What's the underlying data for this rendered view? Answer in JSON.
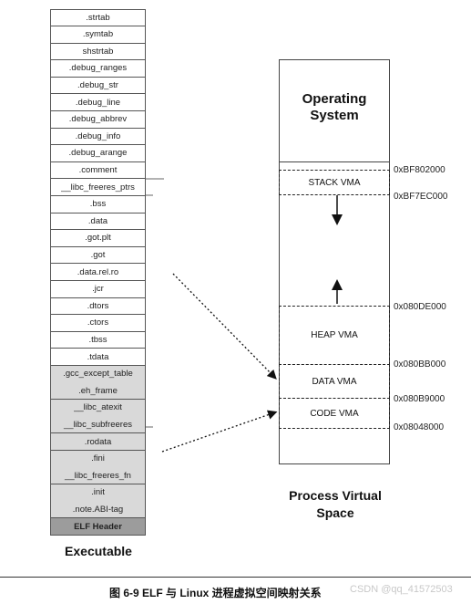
{
  "sections": [
    {
      "label": ".strtab",
      "style": "plain"
    },
    {
      "label": ".symtab",
      "style": "plain"
    },
    {
      "label": "shstrtab",
      "style": "plain"
    },
    {
      "label": ".debug_ranges",
      "style": "plain"
    },
    {
      "label": ".debug_str",
      "style": "plain"
    },
    {
      "label": ".debug_line",
      "style": "plain"
    },
    {
      "label": ".debug_abbrev",
      "style": "plain"
    },
    {
      "label": ".debug_info",
      "style": "plain"
    },
    {
      "label": ".debug_arange",
      "style": "plain"
    },
    {
      "label": ".comment",
      "style": "plain"
    },
    {
      "label": "__libc_freeres_ptrs",
      "style": "plain"
    },
    {
      "label": ".bss",
      "style": "plain"
    },
    {
      "label": ".data",
      "style": "plain"
    },
    {
      "label": ".got.plt",
      "style": "plain"
    },
    {
      "label": ".got",
      "style": "plain"
    },
    {
      "label": ".data.rel.ro",
      "style": "plain"
    },
    {
      "label": ".jcr",
      "style": "plain"
    },
    {
      "label": ".dtors",
      "style": "plain"
    },
    {
      "label": ".ctors",
      "style": "plain"
    },
    {
      "label": ".tbss",
      "style": "plain"
    },
    {
      "label": ".tdata",
      "style": "plain"
    },
    {
      "label": ".gcc_except_table",
      "style": "shade"
    },
    {
      "label": ".eh_frame",
      "style": "shade"
    },
    {
      "label": "__libc_atexit",
      "style": "shade"
    },
    {
      "label": "__libc_subfreeres",
      "style": "shade"
    },
    {
      "label": ".rodata",
      "style": "shade"
    },
    {
      "label": ".fini",
      "style": "shade"
    },
    {
      "label": "__libc_freeres_fn",
      "style": "shade"
    },
    {
      "label": ".init",
      "style": "shade"
    },
    {
      "label": ".note.ABI-tag",
      "style": "shade"
    },
    {
      "label": "ELF Header",
      "style": "dark"
    }
  ],
  "executable_label": "Executable",
  "os_label_line1": "Operating",
  "os_label_line2": "System",
  "vmas": {
    "stack": "STACK VMA",
    "heap": "HEAP VMA",
    "data": "DATA VMA",
    "code": "CODE VMA"
  },
  "addresses": {
    "a1": "0xBF802000",
    "a2": "0xBF7EC000",
    "a3": "0x080DE000",
    "a4": "0x080BB000",
    "a5": "0x080B9000",
    "a6": "0x08048000"
  },
  "process_label_line1": "Process Virtual",
  "process_label_line2": "Space",
  "caption": "图 6-9   ELF 与 Linux 进程虚拟空间映射关系",
  "watermark": "CSDN @qq_41572503"
}
